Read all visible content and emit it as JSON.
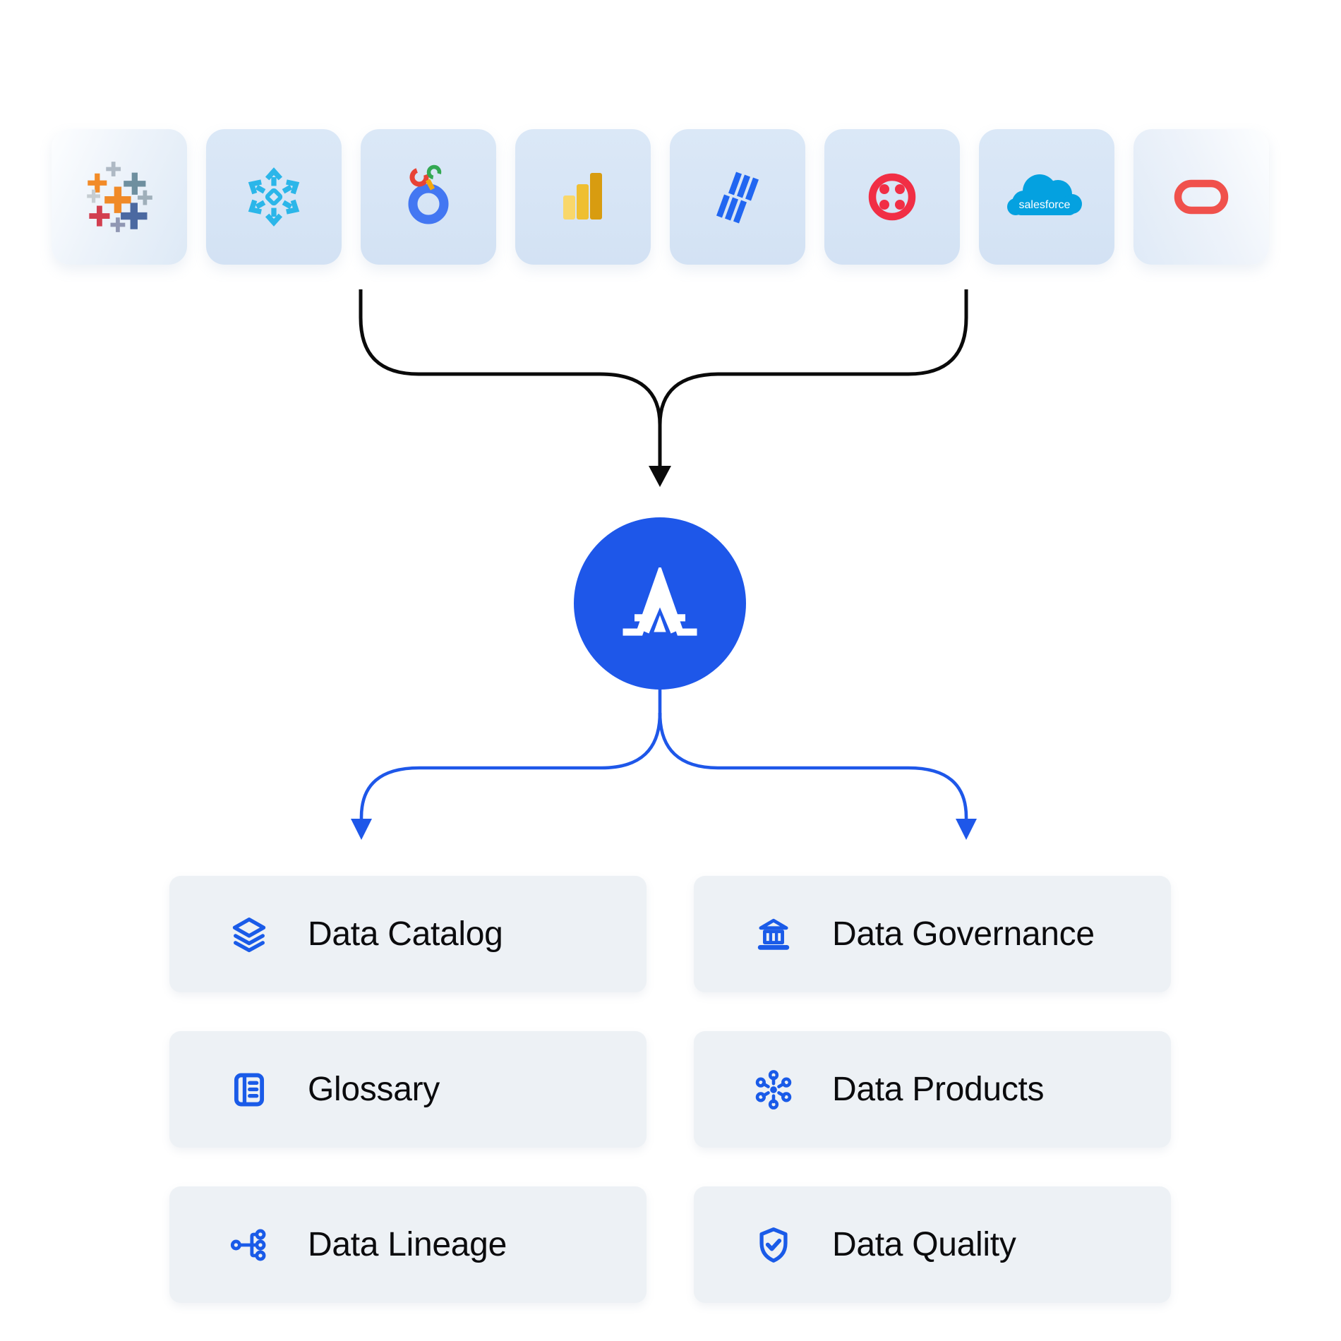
{
  "integrations": {
    "tiles": [
      {
        "name": "Tableau",
        "icon": "tableau-logo"
      },
      {
        "name": "Snowflake",
        "icon": "snowflake-logo"
      },
      {
        "name": "Looker",
        "icon": "looker-logo"
      },
      {
        "name": "Power BI",
        "icon": "power-bi-logo"
      },
      {
        "name": "Fivetran",
        "icon": "fivetran-logo"
      },
      {
        "name": "Twilio",
        "icon": "twilio-logo"
      },
      {
        "name": "Salesforce",
        "icon": "salesforce-logo",
        "label": "salesforce"
      },
      {
        "name": "Oracle",
        "icon": "oracle-logo"
      }
    ]
  },
  "hub": {
    "name": "Atlan",
    "icon": "atlan-logo"
  },
  "features": {
    "cards": [
      {
        "label": "Data Catalog",
        "icon": "layers-icon"
      },
      {
        "label": "Data Governance",
        "icon": "bank-icon"
      },
      {
        "label": "Glossary",
        "icon": "book-icon"
      },
      {
        "label": "Data Products",
        "icon": "hub-icon"
      },
      {
        "label": "Data Lineage",
        "icon": "lineage-icon"
      },
      {
        "label": "Data Quality",
        "icon": "shield-check-icon"
      }
    ]
  },
  "colors": {
    "hub_blue": "#1E57E9",
    "connector_black": "#0A0A0A",
    "connector_blue": "#1E57E9",
    "card_icon_blue": "#1A5BE8",
    "card_background": "#EDF1F5",
    "tile_background": "#D9E7F6",
    "tableau_orange": "#F08A28",
    "snowflake_cyan": "#2BB6E9",
    "looker_blue": "#4377F2",
    "powerbi_gold": "#EFBF31",
    "fivetran_blue": "#2166F1",
    "twilio_red": "#F12E45",
    "salesforce_blue": "#04A1E0",
    "oracle_red": "#F0514C"
  }
}
